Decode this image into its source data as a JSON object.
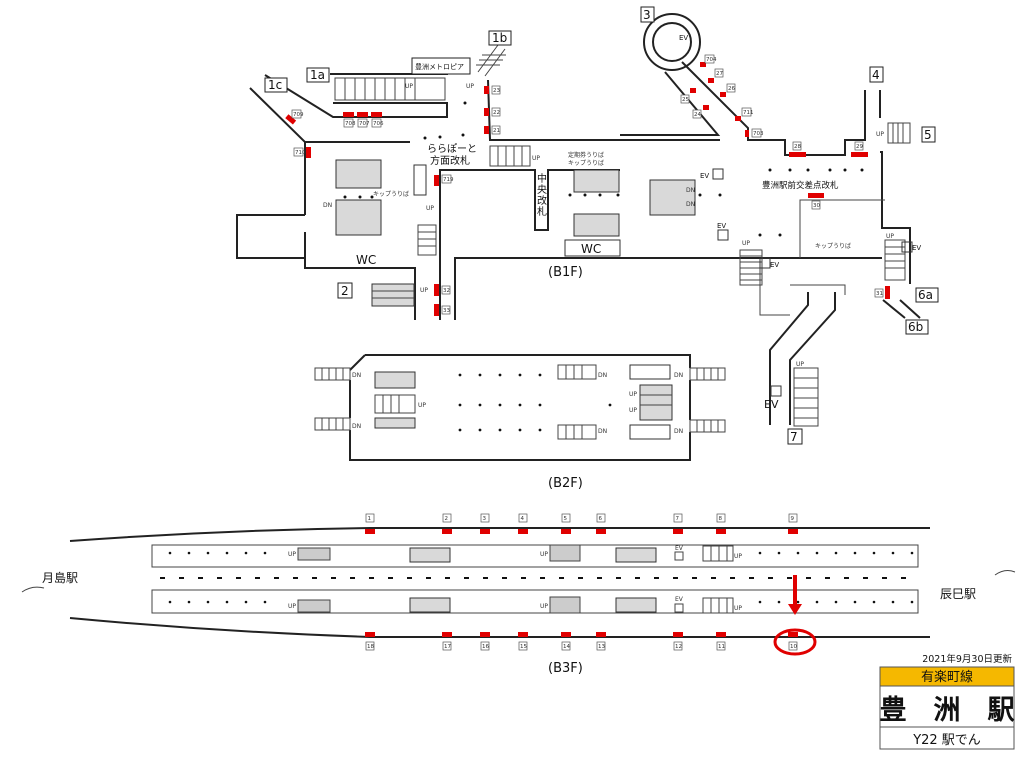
{
  "exits": [
    "1a",
    "1b",
    "1c",
    "2",
    "3",
    "4",
    "5",
    "6a",
    "6b",
    "7"
  ],
  "b1f": {
    "floor_label": "(B1F)",
    "metropia": "豊洲メトロピア",
    "lalaport_gate_1": "ららぽーと",
    "lalaport_gate_2": "方面改札",
    "central_gate": [
      "中",
      "央",
      "改",
      "札"
    ],
    "commuter_pass": "定期券うりば",
    "ticket_office": "キップうりば",
    "crossing_gate": "豊洲駅前交差点改札",
    "wc": "WC",
    "numbers": [
      "709",
      "708",
      "707",
      "706",
      "710",
      "23",
      "22",
      "21",
      "719",
      "32",
      "33",
      "704",
      "27",
      "26",
      "711",
      "703",
      "25",
      "24",
      "28",
      "29",
      "30",
      "31"
    ]
  },
  "b2f": {
    "floor_label": "(B2F)"
  },
  "b3f": {
    "floor_label": "(B3F)",
    "tsukishima": "月島駅",
    "tatsumi": "辰巳駅",
    "top_numbers": [
      "1",
      "2",
      "3",
      "4",
      "5",
      "6",
      "7",
      "8",
      "9"
    ],
    "bottom_numbers": [
      "18",
      "17",
      "16",
      "15",
      "14",
      "13",
      "12",
      "11",
      "10"
    ]
  },
  "marks": {
    "up": "UP",
    "dn": "DN",
    "ev": "EV"
  },
  "info": {
    "updated": "2021年9月30日更新",
    "line": "有楽町線",
    "station": "豊　洲　駅",
    "code": "Y22 駅でん"
  },
  "colors": {
    "line": "#f5b800",
    "highlight": "#e00000"
  }
}
